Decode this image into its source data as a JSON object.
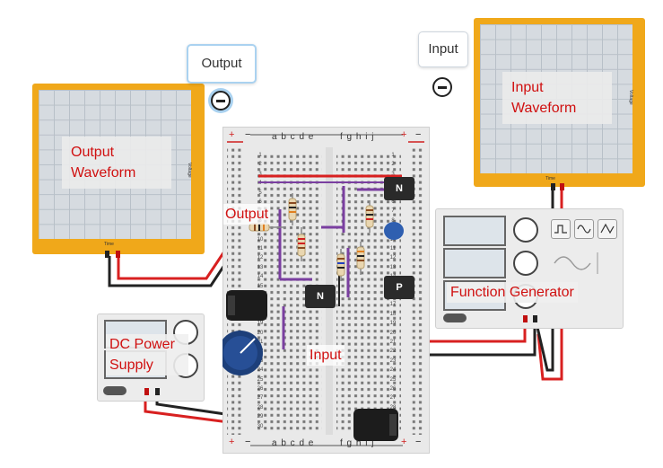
{
  "bubbles": {
    "output": "Output",
    "input": "Input"
  },
  "scopes": {
    "output": {
      "label_line1": "Output",
      "label_line2": "Waveform",
      "time_axis": "Time",
      "voltage_axis": "Voltage"
    },
    "input": {
      "label_line1": "Input",
      "label_line2": "Waveform",
      "time_axis": "Time",
      "voltage_axis": "Voltage"
    }
  },
  "breadboard": {
    "column_letters_left": "a b c d e",
    "column_letters_right": "f g h i j",
    "rail_plus": "+",
    "rail_minus": "−",
    "row_numbers": [
      "1",
      "2",
      "3",
      "4",
      "5",
      "6",
      "7",
      "8",
      "9",
      "10",
      "11",
      "12",
      "13",
      "14",
      "15",
      "16",
      "17",
      "18",
      "19",
      "20",
      "21",
      "22",
      "23",
      "24",
      "25",
      "26",
      "27",
      "28",
      "29",
      "30"
    ]
  },
  "annotations": {
    "output": "Output",
    "input": "Input",
    "function_generator": "Function Generator",
    "dc_power_line1": "DC Power",
    "dc_power_line2": "Supply"
  },
  "transistors": {
    "npn1": "N",
    "npn2": "N",
    "pnp": "P"
  },
  "colors": {
    "scope_frame": "#f0a81a",
    "wire_red": "#d82020",
    "wire_black": "#222222",
    "wire_purple": "#7a3fa0",
    "annotation_red": "#d01010"
  }
}
